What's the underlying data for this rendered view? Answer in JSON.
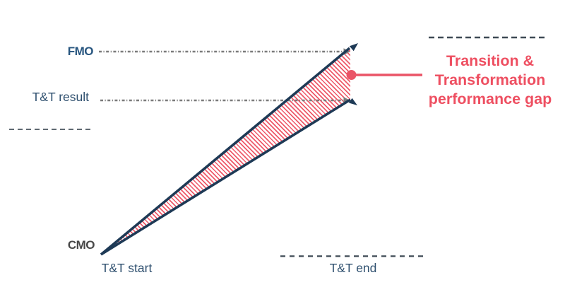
{
  "diagram": {
    "title_hint": "Transition & Transformation performance gap diagram",
    "y_levels": [
      {
        "id": "fmo",
        "label": "FMO"
      },
      {
        "id": "tt_result",
        "label": "T&T result"
      },
      {
        "id": "cmo",
        "label": "CMO"
      }
    ],
    "x_points": [
      {
        "id": "tt_start",
        "label": "T&T start"
      },
      {
        "id": "tt_end",
        "label": "T&T end"
      }
    ],
    "callout": {
      "lines": [
        "Transition &",
        "Transformation",
        "performance gap"
      ],
      "full_text": "Transition & Transformation performance gap"
    },
    "icons": {
      "navy_arrowheads": "triangle",
      "gray_arrowheads": "triangle",
      "gap_marker": "filled-circle"
    }
  },
  "colors": {
    "background": "#ffffff",
    "navy_line": "#1e3a56",
    "label_navy": "#2f506f",
    "fmo_blue": "#27557f",
    "cmo_gray": "#484848",
    "pink": "#ea5467",
    "callout_text_pink": "#ee4f61",
    "hatch_pink": "#ee5a6a",
    "dotted_gray": "#7b7b7b",
    "fringe_dark": "#3f4a55",
    "box_white": "#ffffff"
  }
}
